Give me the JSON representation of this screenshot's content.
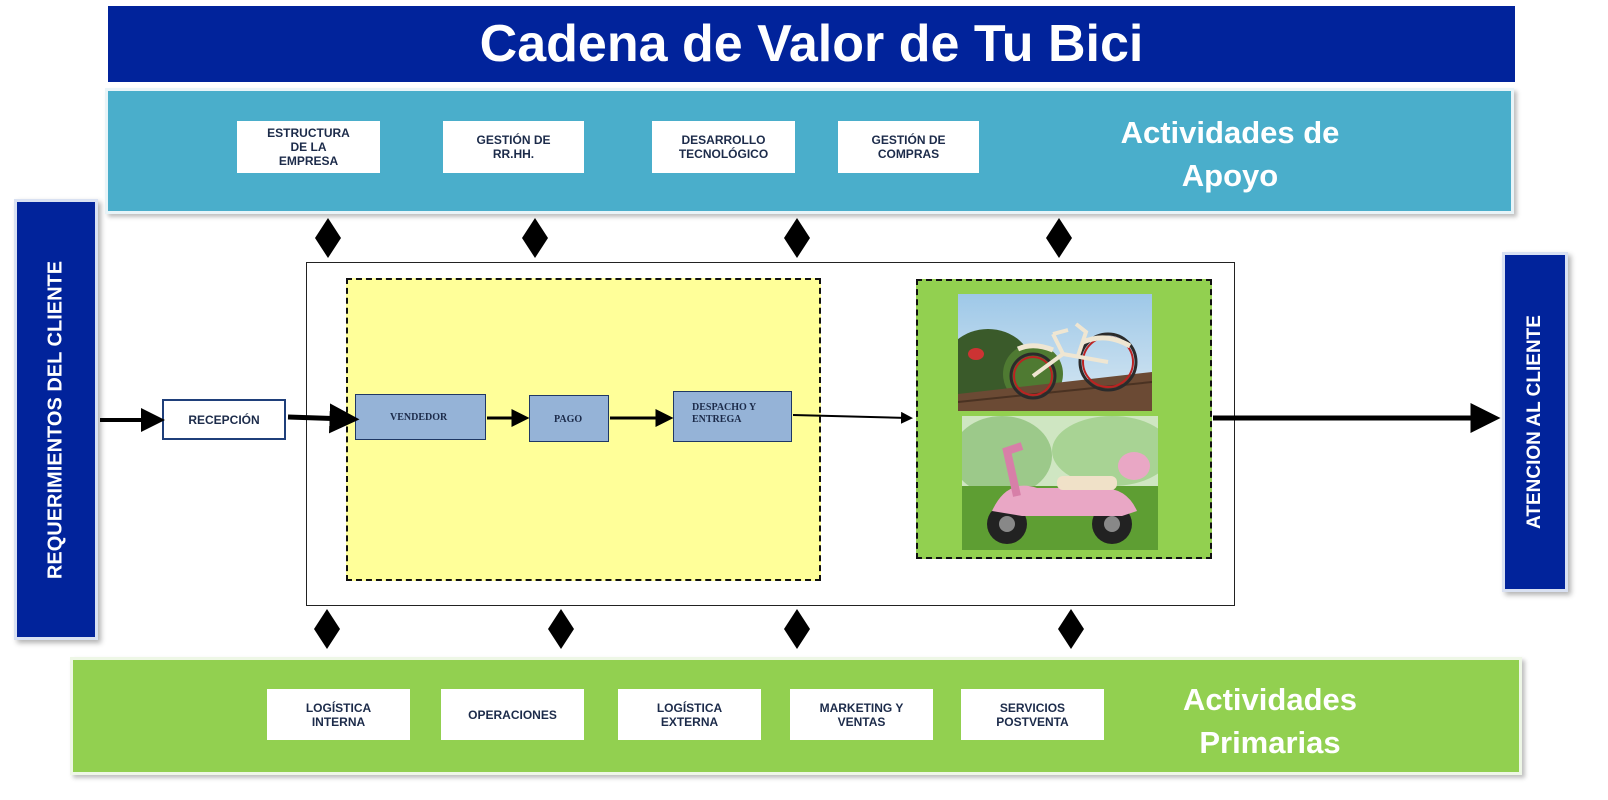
{
  "title": "Cadena de Valor de Tu Bici",
  "support": {
    "label": "Actividades de\nApoyo",
    "items": [
      "ESTRUCTURA\nDE LA\nEMPRESA",
      "GESTIÓN DE\nRR.HH.",
      "DESARROLLO\nTECNOLÓGICO",
      "GESTIÓN DE\nCOMPRAS"
    ]
  },
  "primary": {
    "label": "Actividades\nPrimarias",
    "items": [
      "LOGÍSTICA\nINTERNA",
      "OPERACIONES",
      "LOGÍSTICA\nEXTERNA",
      "MARKETING Y\nVENTAS",
      "SERVICIOS\nPOSTVENTA"
    ]
  },
  "left_bar": "REQUERIMIENTOS DEL CLIENTE",
  "right_bar": "ATENCION AL CLIENTE",
  "flow": {
    "reception": "RECEPCIÓN",
    "steps": [
      "VENDEDOR",
      "PAGO",
      "DESPACHO Y\nENTREGA"
    ]
  },
  "colors": {
    "title_bg": "#01239b",
    "support_bg": "#4aaecb",
    "primary_bg": "#92d050",
    "yellow_area": "#ffff99",
    "product_area": "#92d050",
    "step_box": "#95b3d7"
  },
  "images": [
    "bicycle-photo",
    "pink-scooter-photo"
  ]
}
